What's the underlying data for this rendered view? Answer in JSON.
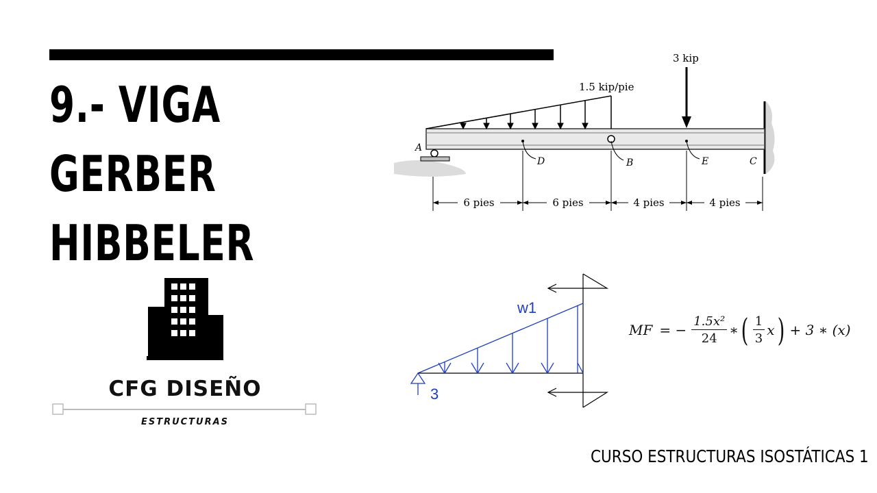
{
  "slide": {
    "title_lines": [
      "9.- VIGA",
      "GERBER",
      "HIBBELER"
    ],
    "footer": "CURSO ESTRUCTURAS ISOSTÁTICAS 1"
  },
  "brand": {
    "name": "CFG DISEÑO",
    "subtitle": "ESTRUCTURAS",
    "logo_icon": "building-icon"
  },
  "beam_diagram": {
    "distributed_load_label": "1.5 kip/pie",
    "point_load_label": "3 kip",
    "points": {
      "a": "A",
      "d": "D",
      "b": "B",
      "e": "E",
      "c": "C"
    },
    "dimensions": [
      "6 pies",
      "6 pies",
      "4 pies",
      "4 pies"
    ]
  },
  "free_body": {
    "load_label": "w1",
    "reaction_label": "3"
  },
  "formula": {
    "lhs": "MF",
    "equals_minus": "= −",
    "numerator": "1.5x²",
    "denominator": "24",
    "times1": "∗",
    "inner_num": "1",
    "inner_den": "3",
    "inner_var": "x",
    "plus_term": "+ 3 ∗ (x)"
  },
  "colors": {
    "text": "#000000",
    "fbd_blue": "#1f3fbf",
    "support_gray": "#bdbdbd"
  }
}
